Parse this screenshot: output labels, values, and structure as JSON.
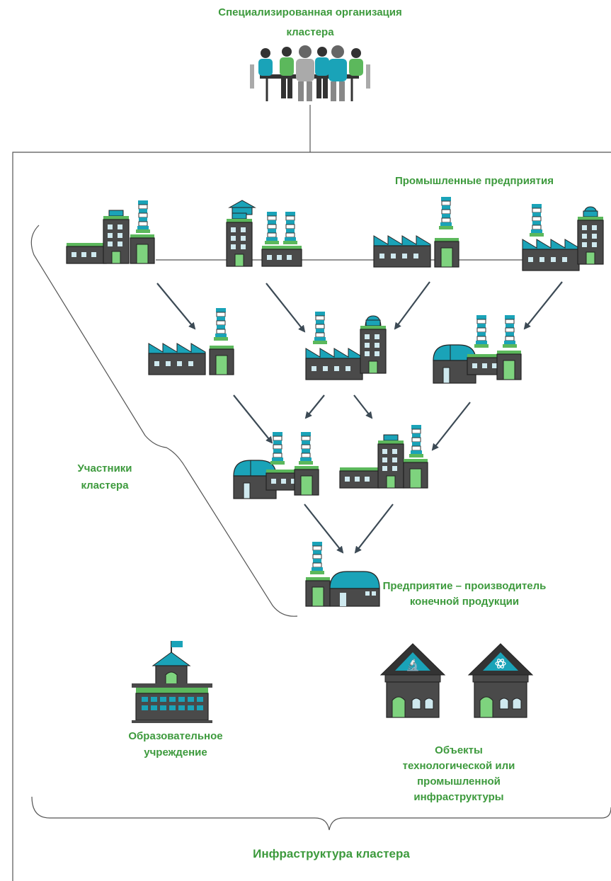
{
  "labels": {
    "org_line1": "Специализированная организация",
    "org_line2": "кластера",
    "industrial": "Промышленные предприятия",
    "participants_line1": "Участники",
    "participants_line2": "кластера",
    "final_line1": "Предприятие – производитель",
    "final_line2": "конечной продукции",
    "education_line1": "Образовательное",
    "education_line2": "учреждение",
    "objects_line1": "Объекты",
    "objects_line2": "технологической или",
    "objects_line3": "промышленной",
    "objects_line4": "инфраструктуры",
    "infra": "Инфраструктура кластера"
  },
  "colors": {
    "building": "#4a4a4a",
    "building_dark": "#333333",
    "teal": "#1aa3b8",
    "green_roof": "#5cb85c",
    "door_green": "#7ed37e",
    "window": "#cfe9ef",
    "text_green": "#3d9a3d",
    "line": "#555555",
    "arrow": "#3c4a55"
  },
  "icons": {
    "people": "meeting-people-icon",
    "factory": "factory-icon",
    "school": "school-building-icon",
    "lab": "lab-building-icon"
  }
}
